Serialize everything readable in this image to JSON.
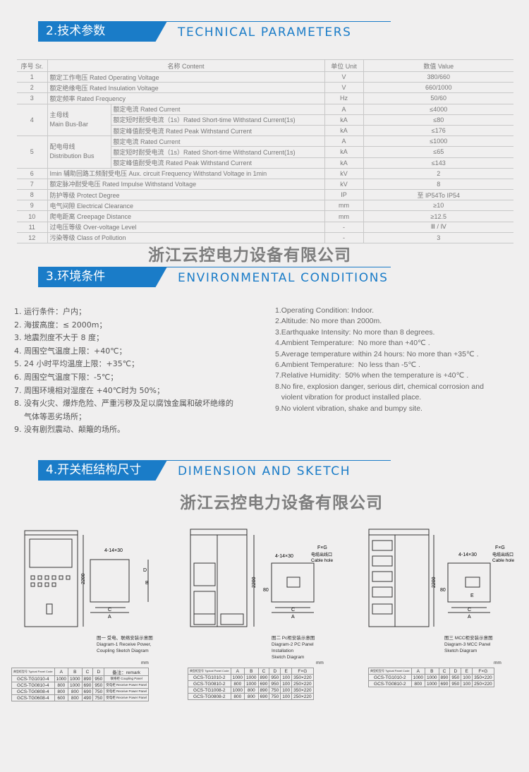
{
  "watermark": "浙江云控电力设备有限公司",
  "colors": {
    "accent": "#1a7cc8",
    "background": "#f0efef"
  },
  "sections": {
    "technical": {
      "cn": "2.技术参数",
      "en": "TECHNICAL PARAMETERS"
    },
    "environment": {
      "cn": "3.环境条件",
      "en": "ENVIRONMENTAL CONDITIONS"
    },
    "dimension": {
      "cn": "4.开关柜结构尺寸",
      "en": "DIMENSION AND SKETCH"
    }
  },
  "params": {
    "headers": [
      "序号 Sr.",
      "名称 Content",
      "单位 Unit",
      "数值 Value"
    ],
    "rows": [
      {
        "sr": "1",
        "name": "额定工作电压 Rated Operating Voltage",
        "unit": "V",
        "value": "380/660"
      },
      {
        "sr": "2",
        "name": "额定绝缘电压 Rated Insulation Voltage",
        "unit": "V",
        "value": "660/1000"
      },
      {
        "sr": "3",
        "name": "额定频率 Rated Frequency",
        "unit": "Hz",
        "value": "50/60"
      },
      {
        "sr": "4",
        "group": "主母线",
        "group_en": "Main Bus-Bar",
        "subs": [
          {
            "name": "额定电流 Rated Current",
            "unit": "A",
            "value": "≤4000"
          },
          {
            "name": "额定短时耐受电流（1s）Rated Short-time Withstand Current(1s)",
            "unit": "kA",
            "value": "≤80"
          },
          {
            "name": "额定峰值耐受电流 Rated Peak Withstand Current",
            "unit": "kA",
            "value": "≤176"
          }
        ]
      },
      {
        "sr": "5",
        "group": "配电母线",
        "group_en": "Distribution Bus",
        "subs": [
          {
            "name": "额定电流 Rated Current",
            "unit": "A",
            "value": "≤1000"
          },
          {
            "name": "额定短时耐受电流（1s）Rated Short-time Withstand Current(1s)",
            "unit": "kA",
            "value": "≤65"
          },
          {
            "name": "额定峰值耐受电流 Rated Peak Withstand Current",
            "unit": "kA",
            "value": "≤143"
          }
        ]
      },
      {
        "sr": "6",
        "name": "Imin 辅助回路工频耐受电压 Aux. circuit Frequency Withstand Voltage in 1min",
        "unit": "kV",
        "value": "2"
      },
      {
        "sr": "7",
        "name": "额定脉冲耐受电压 Rated Impulse Withstand Voltage",
        "unit": "kV",
        "value": "8"
      },
      {
        "sr": "8",
        "name": "防护等级 Protect Degree",
        "unit": "IP",
        "value": "至 IP54To IP54"
      },
      {
        "sr": "9",
        "name": "电气间隙 Electrical Clearance",
        "unit": "mm",
        "value": "≥10"
      },
      {
        "sr": "10",
        "name": "爬电距离 Creepage Distance",
        "unit": "mm",
        "value": "≥12.5"
      },
      {
        "sr": "11",
        "name": "过电压等级 Over-voltage Level",
        "unit": "-",
        "value": "Ⅲ / Ⅳ"
      },
      {
        "sr": "12",
        "name": "污染等级 Class of Pollution",
        "unit": "-",
        "value": "3"
      }
    ]
  },
  "env_cn": [
    "1. 运行条件：户内；",
    "2. 海拔高度：≤ 2000m；",
    "3. 地震烈度不大于 8 度；",
    "4. 周围空气温度上限：+40℃；",
    "5. 24 小时平均温度上限：+35℃；",
    "6. 周围空气温度下限：-5℃；",
    "7. 周围环境相对湿度在 +40℃时为 50%；",
    "8. 没有火灾、爆炸危险、严重污秽及足以腐蚀金属和破坏绝缘的",
    "    气体等恶劣场所；",
    "9. 没有剧烈震动、颠簸的场所。"
  ],
  "env_en": [
    "1.Operating Condition: Indoor.",
    "2.Altitude: No more than 2000m.",
    "3.Earthquake Intensity: No more than 8 degrees.",
    "4.Ambient Temperature:  No more than +40℃ .",
    "5.Average temperature within 24 hours: No more than +35℃ .",
    "6.Ambient Temperature:  No less than -5℃ .",
    "7.Relative Humidity:  50% when the temperature is +40℃ .",
    "8.No fire, explosion danger, serious dirt, chemical corrosion and",
    "   violent vibration for product installed place.",
    "9.No violent vibration, shake and bumpy site."
  ],
  "sketch_labels": {
    "height": "2200",
    "holes": "4-14×30",
    "fg": "F×G",
    "cable_cn": "电缆出线口",
    "cable_en": "Cable hole",
    "a": "A",
    "b": "B",
    "c": "C",
    "d": "D",
    "e": "E",
    "eighty": "80",
    "mm": "mm"
  },
  "diagrams": [
    {
      "caption": [
        "图一 受电、联络安装示意图",
        "Diagram-1 Receive Power,",
        "Coupling Sketch Diagram"
      ],
      "headers": [
        "典型柜型号 Typical Panel Code",
        "A",
        "B",
        "C",
        "D",
        "备注：remark"
      ],
      "rows": [
        [
          "GCS-TG1010-4",
          "1000",
          "1000",
          "890",
          "950",
          "联络柜 Coupling Panel"
        ],
        [
          "GCS-TG0810-4",
          "800",
          "1000",
          "690",
          "950",
          "受电柜 Receive Power Panel"
        ],
        [
          "GCS-TG0808-4",
          "800",
          "800",
          "690",
          "750",
          "受电柜 Receive Power Panel"
        ],
        [
          "GCS-TG0608-4",
          "600",
          "800",
          "490",
          "750",
          "受电柜 Receive Power Panel"
        ]
      ]
    },
    {
      "caption": [
        "图二 Pc柜安装示意图",
        "Diagram-2 PC Panel Installation",
        "Sketch Diagram"
      ],
      "headers": [
        "典型柜型号 Typical Panel Code",
        "A",
        "B",
        "C",
        "D",
        "E",
        "F×G"
      ],
      "rows": [
        [
          "GCS-TG1010-2",
          "1000",
          "1000",
          "890",
          "950",
          "100",
          "350×220"
        ],
        [
          "GCS-TG0810-2",
          "800",
          "1000",
          "690",
          "950",
          "100",
          "250×220"
        ],
        [
          "GCS-TG1008-2",
          "1000",
          "800",
          "890",
          "750",
          "100",
          "350×220"
        ],
        [
          "GCS-TG0808-2",
          "800",
          "800",
          "690",
          "750",
          "100",
          "250×220"
        ]
      ]
    },
    {
      "caption": [
        "图三 MCC柜安装示意图",
        "Diagram-3 MCC Panel",
        "Sketch Diagram"
      ],
      "headers": [
        "典型柜型号 Typical Panel Code",
        "A",
        "B",
        "C",
        "D",
        "E",
        "F×G"
      ],
      "rows": [
        [
          "GCS-TG1010-2",
          "1000",
          "1000",
          "890",
          "950",
          "100",
          "350×220"
        ],
        [
          "GCS-TG0810-2",
          "800",
          "1000",
          "690",
          "950",
          "100",
          "250×220"
        ]
      ]
    }
  ]
}
